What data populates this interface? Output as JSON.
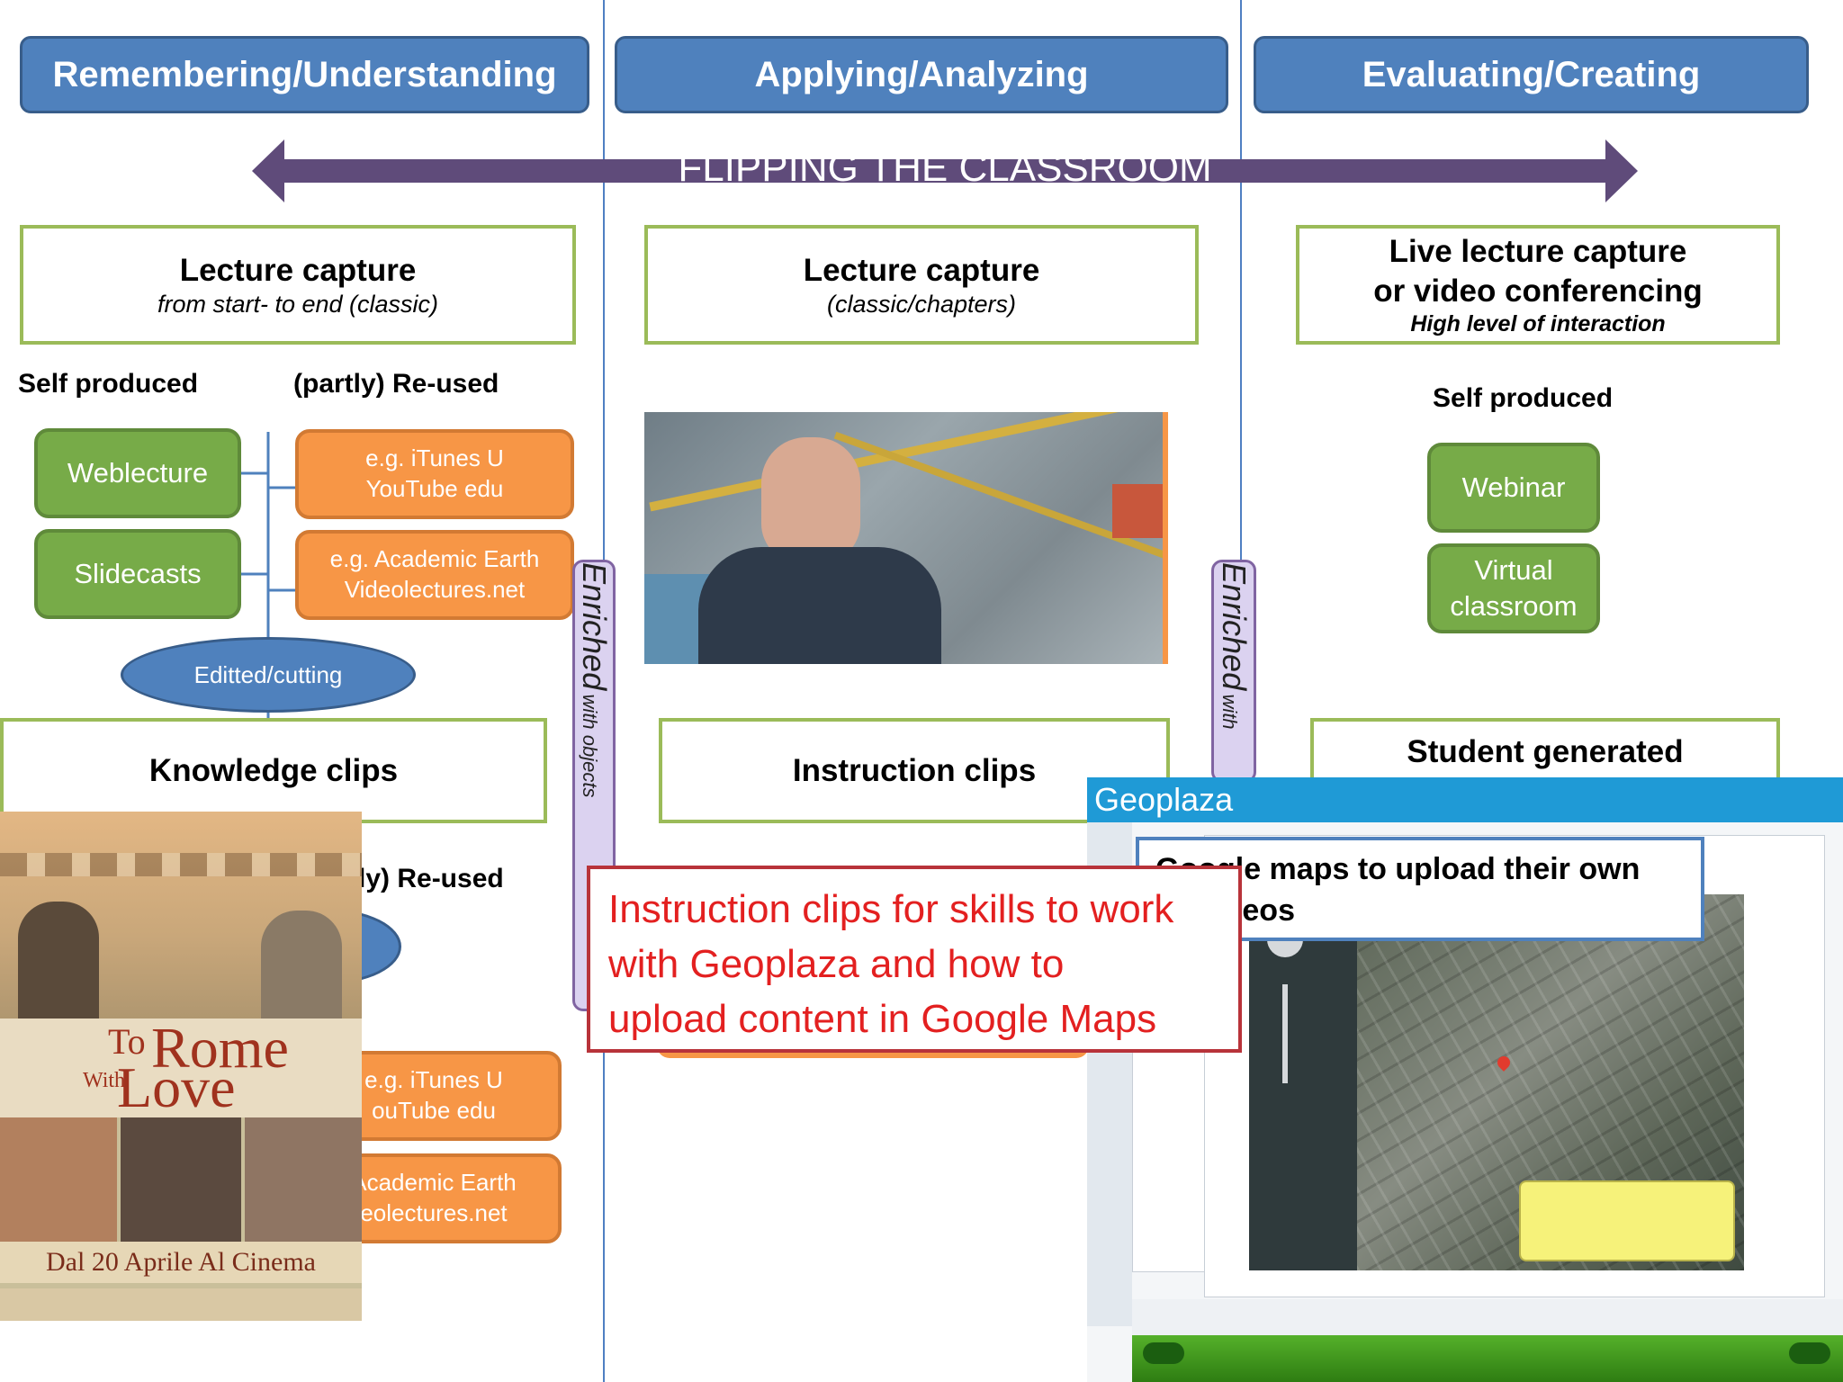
{
  "headers": {
    "col1": "Remembering/Understanding",
    "col2": "Applying/Analyzing",
    "col3": "Evaluating/Creating"
  },
  "arrow": {
    "label": "FLIPPING THE CLASSROOM"
  },
  "col1": {
    "lecture_title": "Lecture capture",
    "lecture_sub": "from start- to end (classic)",
    "self_produced": "Self produced",
    "reused": "(partly) Re-used",
    "weblecture": "Weblecture",
    "slidecasts": "Slidecasts",
    "itunes_line1": "e.g. iTunes U",
    "itunes_line2": "YouTube  edu",
    "academic_line1": "e.g. Academic Earth",
    "academic_line2": "Videolectures.net",
    "edited": "Editted/cutting",
    "knowledge_clips": "Knowledge clips",
    "reused2": "ly) Re-used",
    "itunes2_line1": "e.g. iTunes U",
    "itunes2_line2": "ouTube  edu",
    "academic2_line1": "Academic Earth",
    "academic2_line2": "eolectures.net"
  },
  "col2": {
    "lecture_title": "Lecture capture",
    "lecture_sub": "(classic/chapters)",
    "enriched": "Enriched",
    "enriched_small": "with objects",
    "instruction_clips": "Instruction clips"
  },
  "col3": {
    "live_line1": "Live lecture capture",
    "live_line2": "or video conferencing",
    "live_sub": "High level of interaction",
    "self_produced": "Self produced",
    "webinar": "Webinar",
    "virtual_line1": "Virtual",
    "virtual_line2": "classroom",
    "enriched": "Enriched",
    "enriched_small": "with",
    "student_generated": "Student generated",
    "maps_line1": "Google maps to upload their own",
    "maps_line2": "es/videos"
  },
  "callout": {
    "line1": "Instruction clips for skills to work",
    "line2": "with Geoplaza and how to",
    "line3": "upload content in Google Maps"
  },
  "poster": {
    "title_to": "To",
    "title_rome": "Rome",
    "title_with": "With",
    "title_love": "Love",
    "date": "Dal 20 Aprile Al Cinema"
  },
  "geoplaza": {
    "title": "Geoplaza"
  },
  "colors": {
    "header_blue": "#4f81bd",
    "arrow_purple": "#5f4b7a",
    "green_border": "#9bbb59",
    "green_fill": "#77ab48",
    "orange_fill": "#f79646",
    "callout_red": "#e32020"
  }
}
